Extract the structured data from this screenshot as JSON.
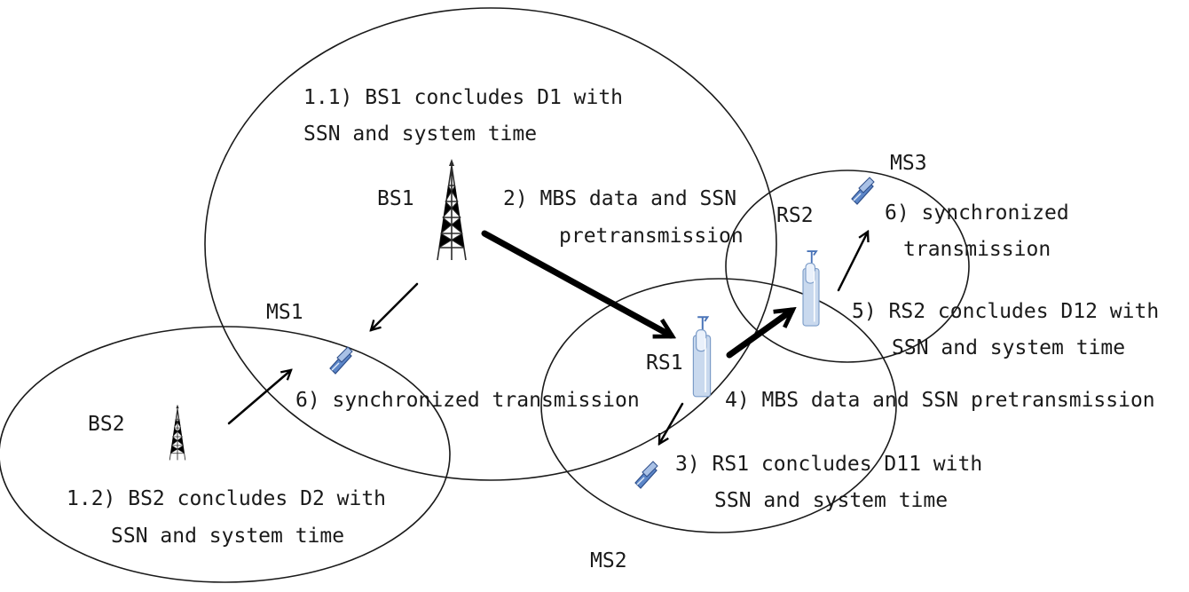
{
  "nodes": {
    "bs1": "BS1",
    "bs2": "BS2",
    "rs1": "RS1",
    "rs2": "RS2",
    "ms1": "MS1",
    "ms2": "MS2",
    "ms3": "MS3"
  },
  "steps": {
    "s1_1": [
      "1.1) BS1 concludes D1 with",
      "SSN and system time"
    ],
    "s1_2": [
      "1.2) BS2 concludes D2 with",
      "SSN and system time"
    ],
    "s2": [
      "2) MBS data and SSN",
      "pretransmission"
    ],
    "s3": [
      "3) RS1 concludes D11 with",
      "SSN and system time"
    ],
    "s4": "4) MBS data and SSN pretransmission",
    "s5": [
      "5) RS2 concludes D12 with",
      "SSN and system time"
    ],
    "s6_ms1": "6) synchronized transmission",
    "s6_ms3": [
      "6) synchronized",
      "transmission"
    ]
  },
  "icons": [
    "bs-tower-icon",
    "bs-tower-icon",
    "relay-station-icon",
    "relay-station-icon",
    "mobile-phone-icon",
    "mobile-phone-icon",
    "mobile-phone-icon"
  ],
  "colors": {
    "line": "#1a1a1a",
    "relay": "#c9d9ee",
    "phone": "#4a74b8"
  }
}
